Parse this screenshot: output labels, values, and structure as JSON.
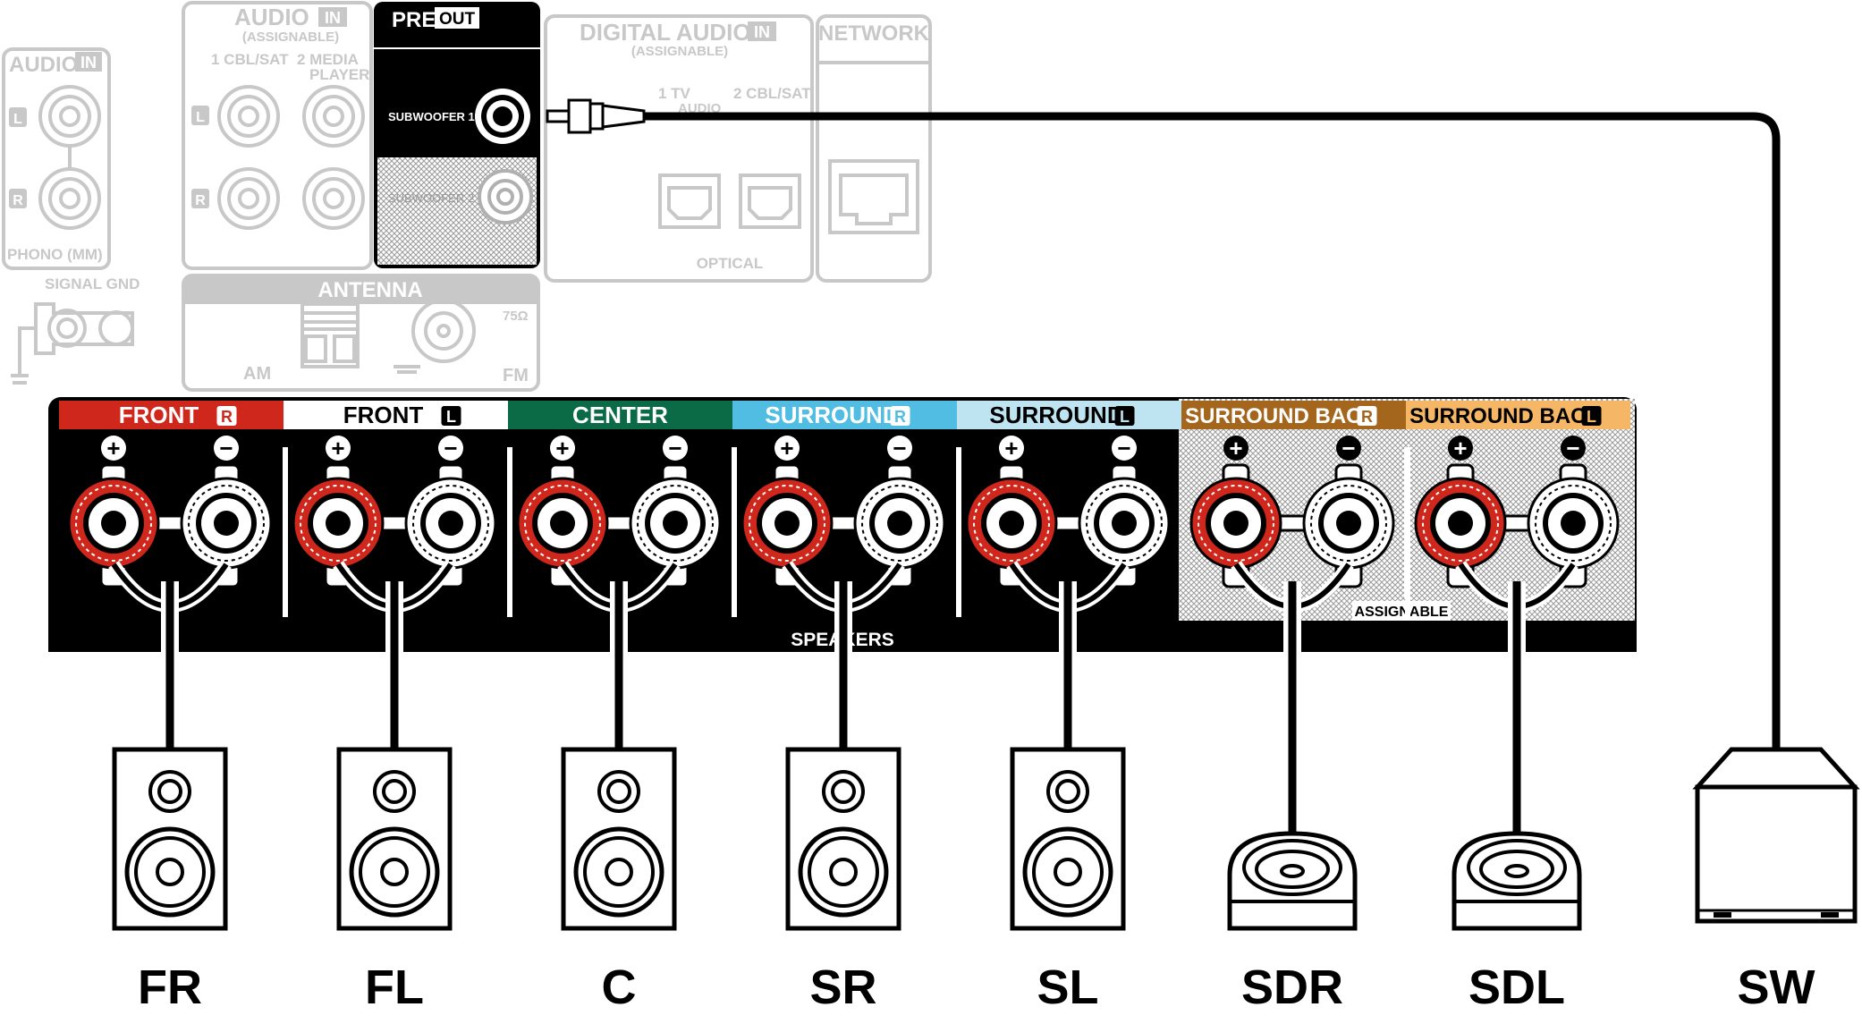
{
  "back_panel": {
    "audio_in_left": {
      "title": "AUDIO",
      "badge": "IN",
      "l": "L",
      "r": "R",
      "phono": "PHONO (MM)",
      "signal_gnd": "SIGNAL GND"
    },
    "audio_in_assignable": {
      "title": "AUDIO",
      "badge": "IN",
      "sub": "(ASSIGNABLE)",
      "col1": "1 CBL/SAT",
      "col2": "2  MEDIA",
      "col2b": "PLAYER",
      "l": "L",
      "r": "R"
    },
    "pre_out": {
      "title": "PRE",
      "badge": "OUT",
      "sub1": "SUBWOOFER 1",
      "sub2": "SUBWOOFER 2"
    },
    "digital_audio": {
      "title": "DIGITAL AUDIO",
      "badge": "IN",
      "sub": "(ASSIGNABLE)",
      "col1": "1    TV",
      "col1b": "AUDIO",
      "col2": "2 CBL/SAT",
      "optical": "OPTICAL"
    },
    "network": {
      "title": "NETWORK"
    },
    "antenna": {
      "title": "ANTENNA",
      "am": "AM",
      "fm": "FM",
      "ohm": "75Ω"
    }
  },
  "speaker_panel": {
    "caption": "SPEAKERS",
    "assignable": "ASSIGNABLE",
    "plus": "+",
    "minus": "−",
    "channels": [
      {
        "label": "FRONT",
        "badge": "R",
        "color": "#d0271d",
        "text_color": "#ffffff",
        "badge_fg": "#d0271d",
        "shaded": false
      },
      {
        "label": "FRONT",
        "badge": "L",
        "color": "#ffffff",
        "text_color": "#000000",
        "badge_fg": "#ffffff",
        "shaded": false
      },
      {
        "label": "CENTER",
        "badge": "",
        "color": "#0a6b46",
        "text_color": "#ffffff",
        "badge_fg": "",
        "shaded": false
      },
      {
        "label": "SURROUND",
        "badge": "R",
        "color": "#52bde3",
        "text_color": "#ffffff",
        "badge_fg": "#52bde3",
        "shaded": false
      },
      {
        "label": "SURROUND",
        "badge": "L",
        "color": "#bfe4f1",
        "text_color": "#000000",
        "badge_fg": "#bfe4f1",
        "shaded": false
      },
      {
        "label": "SURROUND BACK",
        "badge": "R",
        "color": "#a4651c",
        "text_color": "#ffffff",
        "badge_fg": "#a4651c",
        "shaded": true
      },
      {
        "label": "SURROUND BACK",
        "badge": "L",
        "color": "#f5b766",
        "text_color": "#000000",
        "badge_fg": "#f5b766",
        "shaded": true
      }
    ]
  },
  "speakers": [
    {
      "label": "FR",
      "type": "bookshelf"
    },
    {
      "label": "FL",
      "type": "bookshelf"
    },
    {
      "label": "C",
      "type": "bookshelf"
    },
    {
      "label": "SR",
      "type": "bookshelf"
    },
    {
      "label": "SL",
      "type": "bookshelf"
    },
    {
      "label": "SDR",
      "type": "height-module"
    },
    {
      "label": "SDL",
      "type": "height-module"
    },
    {
      "label": "SW",
      "type": "subwoofer"
    }
  ],
  "colors": {
    "panel": "#000000",
    "faded": "#c8c8c8",
    "terminal_plus": "#d0271d",
    "terminal_minus": "#ffffff"
  }
}
